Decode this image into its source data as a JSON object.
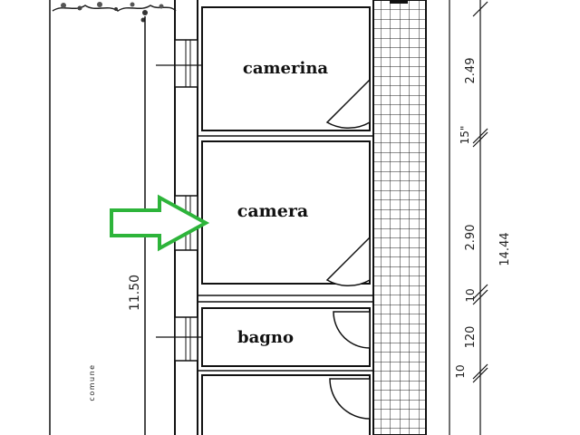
{
  "rooms": {
    "camerina": "camerina",
    "camera": "camera",
    "bagno": "bagno"
  },
  "left_dimension": "11.50",
  "side_note": "comune",
  "right_dimensions": {
    "d1": "2.49",
    "d2": "15\"",
    "d3": "2.90",
    "d4": "10",
    "d5": "120",
    "d6": "10"
  },
  "total_dimension": "14.44",
  "colors": {
    "wall": "#111111",
    "arrow": "#2db43a"
  },
  "icons": {
    "arrow": "right-arrow-icon"
  }
}
